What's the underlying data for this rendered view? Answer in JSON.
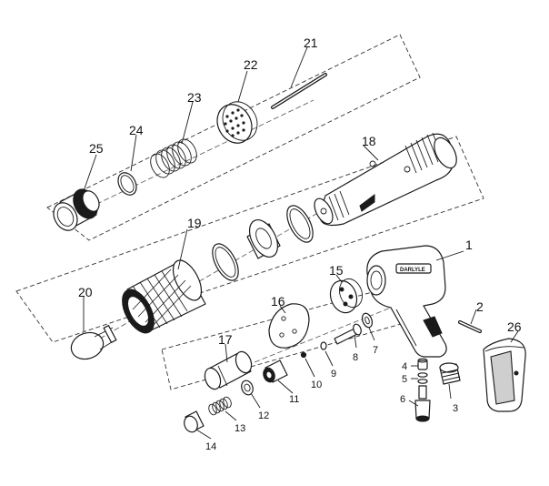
{
  "brand_text": "DARLYLE",
  "callouts": [
    {
      "id": "c1",
      "text": "1"
    },
    {
      "id": "c2",
      "text": "2"
    },
    {
      "id": "c3",
      "text": "3"
    },
    {
      "id": "c4",
      "text": "4"
    },
    {
      "id": "c5",
      "text": "5"
    },
    {
      "id": "c6",
      "text": "6"
    },
    {
      "id": "c7",
      "text": "7"
    },
    {
      "id": "c8",
      "text": "8"
    },
    {
      "id": "c9",
      "text": "9"
    },
    {
      "id": "c10",
      "text": "10"
    },
    {
      "id": "c11",
      "text": "11"
    },
    {
      "id": "c12",
      "text": "12"
    },
    {
      "id": "c13",
      "text": "13"
    },
    {
      "id": "c14",
      "text": "14"
    },
    {
      "id": "c15",
      "text": "15"
    },
    {
      "id": "c16",
      "text": "16"
    },
    {
      "id": "c17",
      "text": "17"
    },
    {
      "id": "c18",
      "text": "18"
    },
    {
      "id": "c19",
      "text": "19"
    },
    {
      "id": "c20",
      "text": "20"
    },
    {
      "id": "c21",
      "text": "21"
    },
    {
      "id": "c22",
      "text": "22"
    },
    {
      "id": "c23",
      "text": "23"
    },
    {
      "id": "c24",
      "text": "24"
    },
    {
      "id": "c25",
      "text": "25"
    },
    {
      "id": "c26",
      "text": "26"
    }
  ]
}
